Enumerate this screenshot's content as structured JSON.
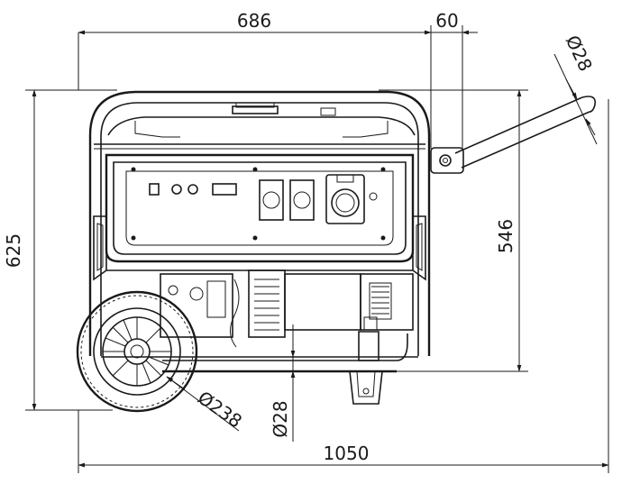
{
  "dimensions": {
    "top_width": "686",
    "handle_offset": "60",
    "handle_diameter": "Ø28",
    "height_total": "625",
    "height_frame": "546",
    "wheel_diameter": "Ø238",
    "frame_tube_diameter": "Ø28",
    "total_length": "1050"
  },
  "colors": {
    "line": "#1a1a1a",
    "background": "#ffffff"
  }
}
